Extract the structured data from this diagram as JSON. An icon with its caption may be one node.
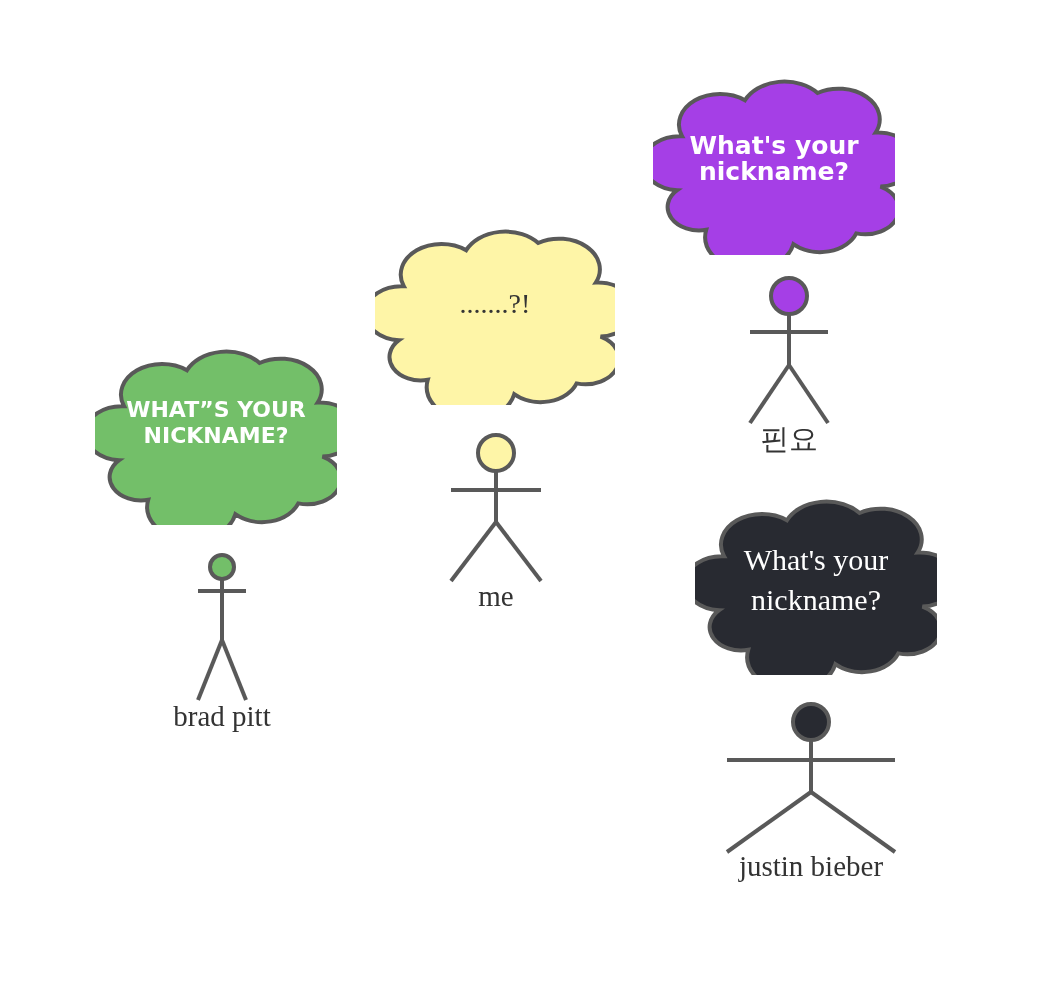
{
  "diagram": {
    "nodes": [
      {
        "text": [
          "WHAT”S YOUR NICKNAME?"
        ]
      },
      {
        "text": [],
        "shape": "person",
        "beside": [
          "brad pitt"
        ]
      },
      {
        "text": [
          ".......?!"
        ]
      },
      {
        "text": [],
        "shape": "person",
        "beside": [
          "me"
        ]
      },
      {
        "text": [
          "What's your nickname?"
        ]
      },
      {
        "text": [],
        "shape": "person",
        "beside": [
          "핀요"
        ]
      },
      {
        "text": [
          "What's your nickname?"
        ]
      },
      {
        "text": [],
        "shape": "person",
        "beside": [
          "justin bieber"
        ]
      }
    ]
  }
}
